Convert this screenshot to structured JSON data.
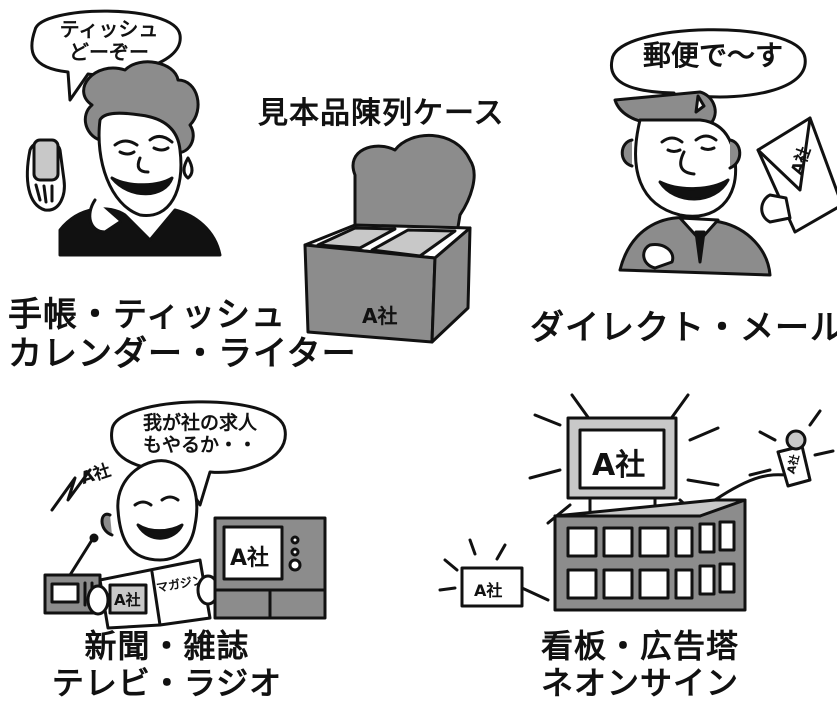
{
  "panels": {
    "novelties": {
      "caption_line1": "手帳・ティッシュ",
      "caption_line2": "カレンダー・ライター",
      "bubble_line1": "ティッシュ",
      "bubble_line2": "どーぞー"
    },
    "showcase": {
      "caption": "見本品陳列ケース",
      "box_label": "A社"
    },
    "direct_mail": {
      "caption": "ダイレクト・メール",
      "bubble": "郵便で～す",
      "envelope_label": "A社"
    },
    "media": {
      "caption_line1": "新聞・雑誌",
      "caption_line2": "テレビ・ラジオ",
      "bubble_line1": "我が社の求人",
      "bubble_line2": "もやるか・・",
      "radio_sound": "A社",
      "tv_screen": "A社",
      "magazine_title": "マガジン",
      "magazine_ad": "A社"
    },
    "signage": {
      "caption_line1": "看板・広告塔",
      "caption_line2": "ネオンサイン",
      "rooftop_sign": "A社",
      "small_sign": "A社",
      "balloon_banner": "A社"
    }
  },
  "colors": {
    "ink": "#111111",
    "gray_fill": "#8c8c8c",
    "light_gray": "#c8c8c8",
    "paper": "#ffffff"
  }
}
